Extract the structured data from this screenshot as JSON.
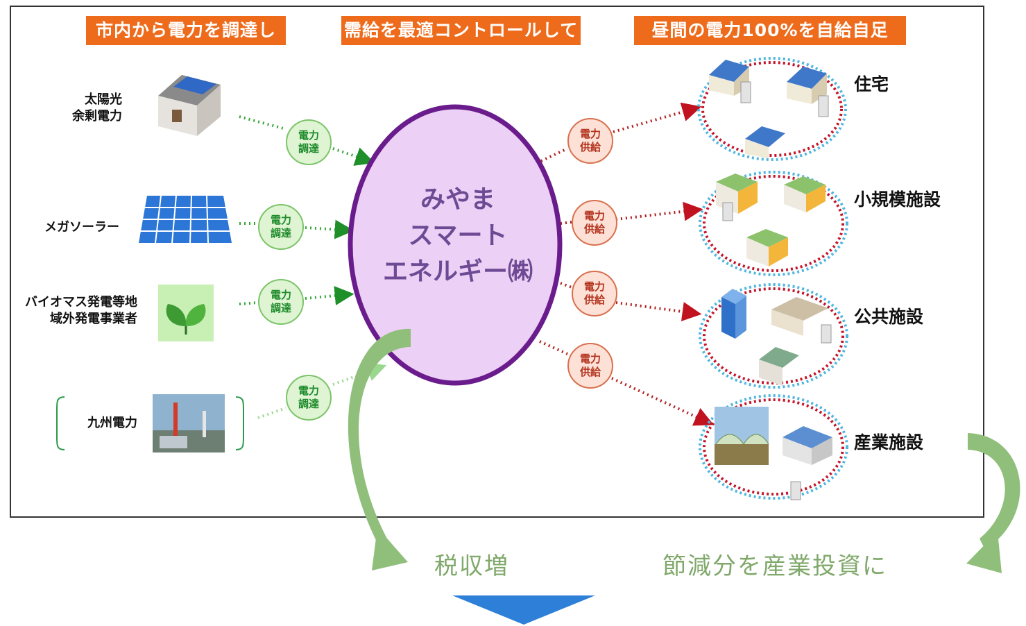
{
  "headers": {
    "procure": "市内から電力を調達し",
    "control": "需給を最適コントロールして",
    "selfsufficient": "昼間の電力100%を自給自足"
  },
  "sources": [
    {
      "label_line1": "太陽光",
      "label_line2": "余剰電力"
    },
    {
      "label_line1": "メガソーラー",
      "label_line2": ""
    },
    {
      "label_line1": "バイオマス発電等地",
      "label_line2": "域外発電事業者"
    },
    {
      "label_line1": "九州電力",
      "label_line2": ""
    }
  ],
  "badges_in": {
    "line1": "電力",
    "line2": "調達"
  },
  "badges_out": {
    "line1": "電力",
    "line2": "供給"
  },
  "center": {
    "line1": "みやま",
    "line2": "スマート",
    "line3": "エネルギー㈱"
  },
  "destinations": [
    "住宅",
    "小規模施設",
    "公共施設",
    "産業施設"
  ],
  "bottom": {
    "left": "税収増",
    "right": "節減分を産業投資に"
  },
  "colors": {
    "header_bg": "#ee6b1c",
    "center_fill": "#ecd0f5",
    "center_stroke": "#6b1c8c",
    "in_arrow": "#37a53a",
    "out_arrow": "#b01e1e",
    "outline_dot": "#4fb6e0",
    "curve_arrow": "#8fbf7a",
    "down_arrow": "#2d7fd8"
  }
}
